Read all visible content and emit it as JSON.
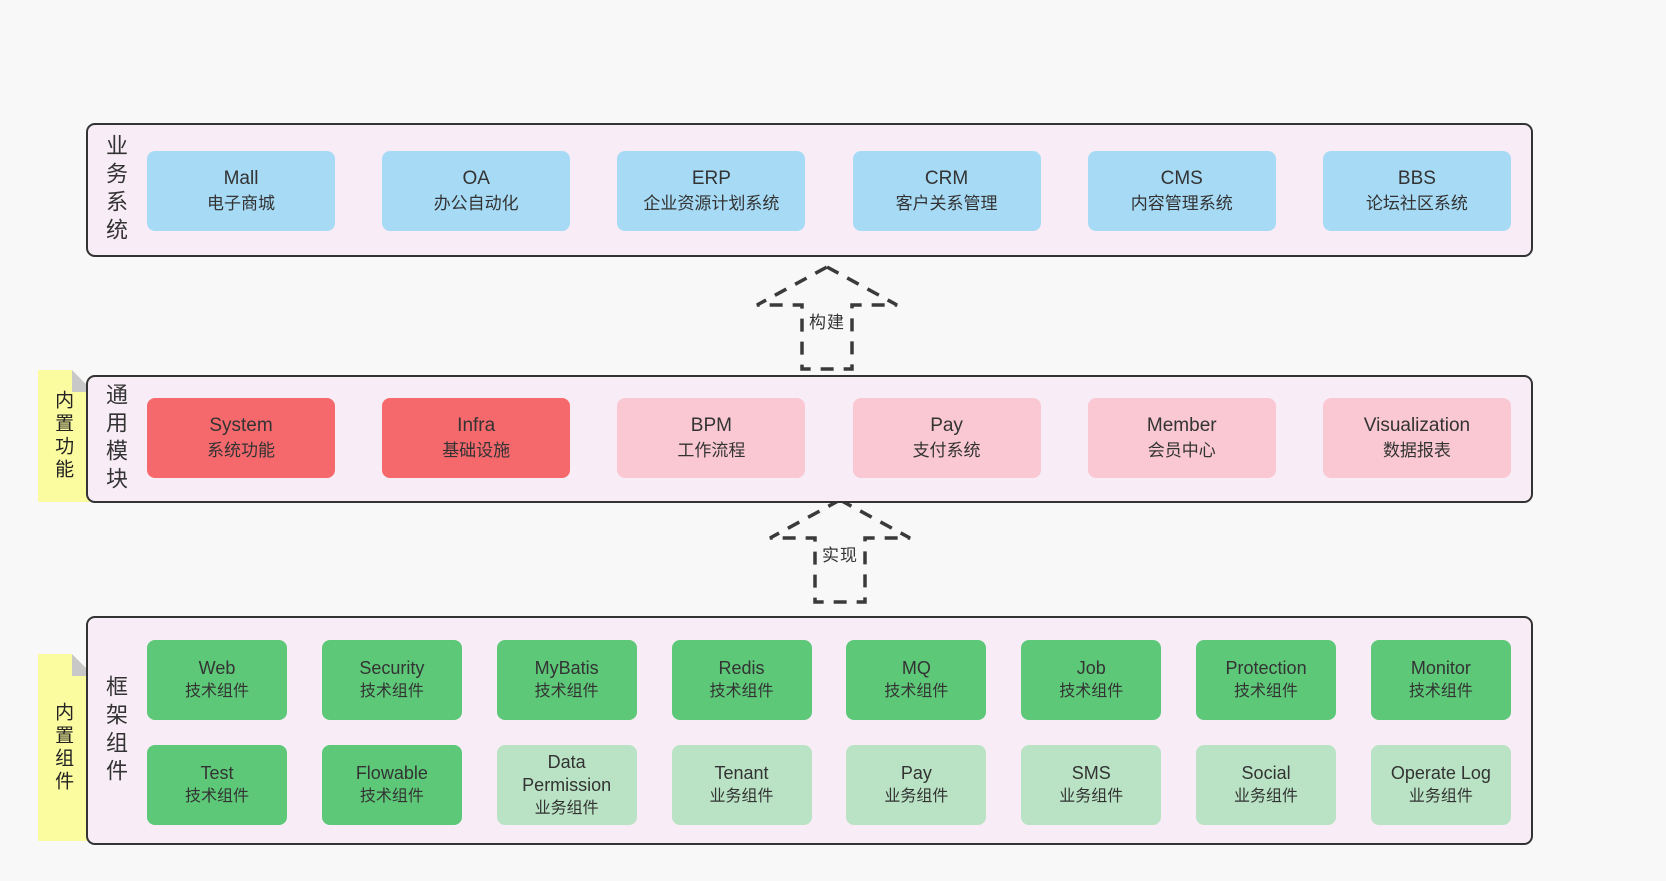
{
  "colors": {
    "page_bg": "#f8f8f8",
    "container_bg": "#f8edf6",
    "container_border": "#333333",
    "blue": "#a6daf5",
    "red": "#f5696d",
    "pink": "#f9c8d3",
    "green": "#5dc878",
    "light_green": "#b9e3c4",
    "sticky": "#fbfba0",
    "sticky_fold": "#c8c8c8",
    "text": "#333333"
  },
  "layers": {
    "business": {
      "label": "业务系统",
      "boxes": [
        {
          "title": "Mall",
          "subtitle": "电子商城",
          "variant": "blue"
        },
        {
          "title": "OA",
          "subtitle": "办公自动化",
          "variant": "blue"
        },
        {
          "title": "ERP",
          "subtitle": "企业资源计划系统",
          "variant": "blue"
        },
        {
          "title": "CRM",
          "subtitle": "客户关系管理",
          "variant": "blue"
        },
        {
          "title": "CMS",
          "subtitle": "内容管理系统",
          "variant": "blue"
        },
        {
          "title": "BBS",
          "subtitle": "论坛社区系统",
          "variant": "blue"
        }
      ]
    },
    "modules": {
      "label": "通用模块",
      "sticky": "内置功能",
      "boxes": [
        {
          "title": "System",
          "subtitle": "系统功能",
          "variant": "red"
        },
        {
          "title": "Infra",
          "subtitle": "基础设施",
          "variant": "red"
        },
        {
          "title": "BPM",
          "subtitle": "工作流程",
          "variant": "pink"
        },
        {
          "title": "Pay",
          "subtitle": "支付系统",
          "variant": "pink"
        },
        {
          "title": "Member",
          "subtitle": "会员中心",
          "variant": "pink"
        },
        {
          "title": "Visualization",
          "subtitle": "数据报表",
          "variant": "pink"
        }
      ]
    },
    "components": {
      "label": "框架组件",
      "sticky": "内置组件",
      "rows": [
        [
          {
            "title": "Web",
            "subtitle": "技术组件",
            "variant": "green"
          },
          {
            "title": "Security",
            "subtitle": "技术组件",
            "variant": "green"
          },
          {
            "title": "MyBatis",
            "subtitle": "技术组件",
            "variant": "green"
          },
          {
            "title": "Redis",
            "subtitle": "技术组件",
            "variant": "green"
          },
          {
            "title": "MQ",
            "subtitle": "技术组件",
            "variant": "green"
          },
          {
            "title": "Job",
            "subtitle": "技术组件",
            "variant": "green"
          },
          {
            "title": "Protection",
            "subtitle": "技术组件",
            "variant": "green"
          },
          {
            "title": "Monitor",
            "subtitle": "技术组件",
            "variant": "green"
          }
        ],
        [
          {
            "title": "Test",
            "subtitle": "技术组件",
            "variant": "green"
          },
          {
            "title": "Flowable",
            "subtitle": "技术组件",
            "variant": "green"
          },
          {
            "title": "Data Permission",
            "subtitle": "业务组件",
            "variant": "light-green"
          },
          {
            "title": "Tenant",
            "subtitle": "业务组件",
            "variant": "light-green"
          },
          {
            "title": "Pay",
            "subtitle": "业务组件",
            "variant": "light-green"
          },
          {
            "title": "SMS",
            "subtitle": "业务组件",
            "variant": "light-green"
          },
          {
            "title": "Social",
            "subtitle": "业务组件",
            "variant": "light-green"
          },
          {
            "title": "Operate Log",
            "subtitle": "业务组件",
            "variant": "light-green"
          }
        ]
      ]
    }
  },
  "arrows": [
    {
      "label": "构建"
    },
    {
      "label": "实现"
    }
  ]
}
